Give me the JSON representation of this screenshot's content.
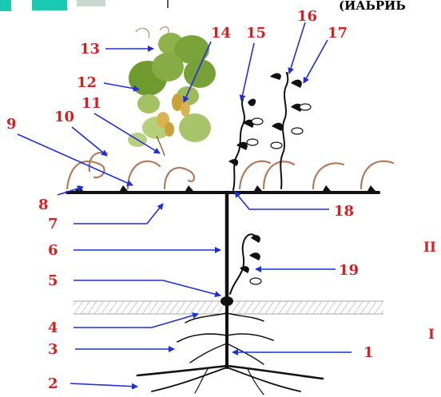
{
  "top_fragment": "(ИАЬРИЬ",
  "labels": {
    "n1": "1",
    "n2": "2",
    "n3": "3",
    "n4": "4",
    "n5": "5",
    "n6": "6",
    "n7": "7",
    "n8": "8",
    "n9": "9",
    "n10": "10",
    "n11": "11",
    "n12": "12",
    "n13": "13",
    "n14": "14",
    "n15": "15",
    "n16": "16",
    "n17": "17",
    "n18": "18",
    "n19": "19"
  },
  "zones": {
    "above_ground": "II",
    "below_ground": "I"
  },
  "colors": {
    "label_red": "#d42020",
    "leader_blue": "#1f2fd8",
    "cane_brown": "#b47a5a",
    "leaf_green": "#6f9a2e",
    "cluster_gold": "#c9a13a",
    "corner_mark_teal": "#19c9b0"
  }
}
